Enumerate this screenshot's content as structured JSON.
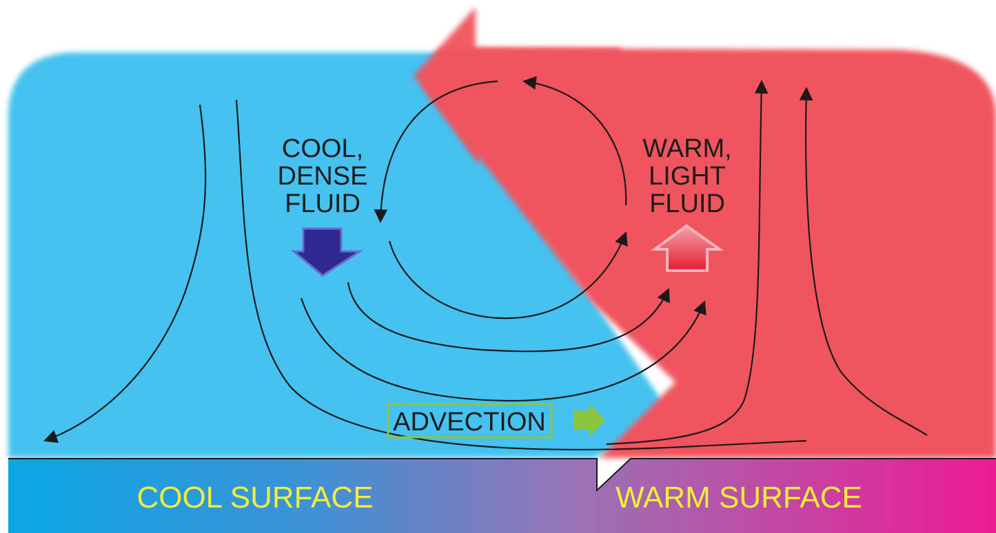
{
  "labels": {
    "cool_fluid": [
      "COOL,",
      "DENSE",
      "FLUID"
    ],
    "warm_fluid": [
      "WARM,",
      "LIGHT",
      "FLUID"
    ],
    "advection": "ADVECTION",
    "cool_surface": "COOL SURFACE",
    "warm_surface": "WARM SURFACE"
  },
  "colors": {
    "cool_fluid": "#45c2f0",
    "warm_fluid": "#f0545e",
    "fluid_label_text": "#1c1c1c",
    "surface_text": "#f2ee3a",
    "surface_gradient_start": "#0aa6e4",
    "surface_gradient_mid": "#9a72b4",
    "surface_gradient_end": "#ee1a92",
    "sink_arrow": "#2e2a92",
    "rise_arrow": "#e51d2e",
    "advection_arrow": "#8cc63e",
    "advection_box_border": "#8cc63e",
    "flow_line": "#1a1a1a"
  },
  "icons": {
    "sink": "down-arrow-icon",
    "rise": "up-arrow-icon",
    "advection": "right-arrow-icon",
    "big_flow": "left-arrow-icon"
  }
}
